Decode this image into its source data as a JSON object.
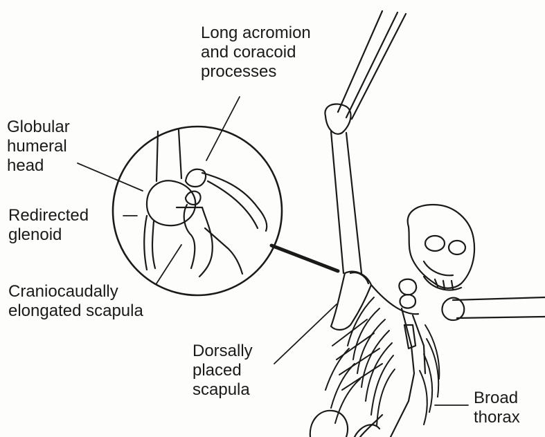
{
  "labels": {
    "acromion": [
      "Long acromion",
      "and coracoid",
      "processes"
    ],
    "humeral_head": [
      "Globular",
      "humeral",
      "head"
    ],
    "glenoid": [
      "Redirected",
      "glenoid"
    ],
    "elongated_scapula": [
      "Craniocaudally",
      "elongated scapula"
    ],
    "dorsal_scapula": [
      "Dorsally",
      "placed",
      "scapula"
    ],
    "thorax": [
      "Broad",
      "thorax"
    ]
  },
  "colors": {
    "ink": "#1a1a1a",
    "paper": "#fdfdfc",
    "bone_fill": "#ffffff"
  }
}
